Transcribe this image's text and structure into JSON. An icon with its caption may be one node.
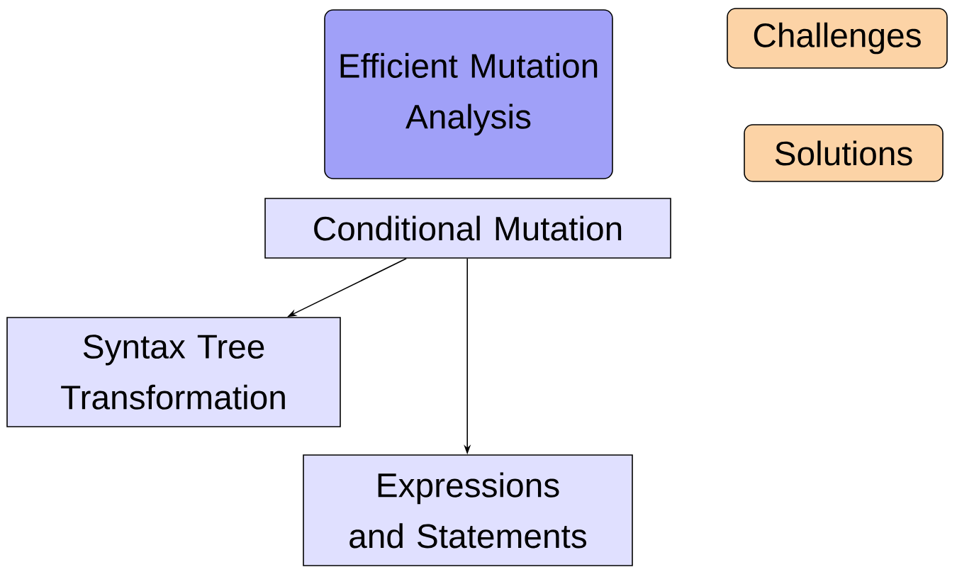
{
  "diagram": {
    "nodes": [
      {
        "text": [
          "Efficient Mutation Analysis"
        ]
      },
      {
        "text": [
          "Challenges"
        ]
      },
      {
        "text": [
          "Solutions"
        ]
      },
      {
        "text": [
          "Conditional Mutation"
        ]
      },
      {
        "text": [
          "Syntax Tree Transformation"
        ]
      },
      {
        "text": [
          "Expressions and Statements"
        ]
      }
    ],
    "edges": [
      {
        "from": 3,
        "to": 4,
        "arrow": "to"
      },
      {
        "from": 3,
        "to": 5,
        "arrow": "to"
      }
    ]
  }
}
